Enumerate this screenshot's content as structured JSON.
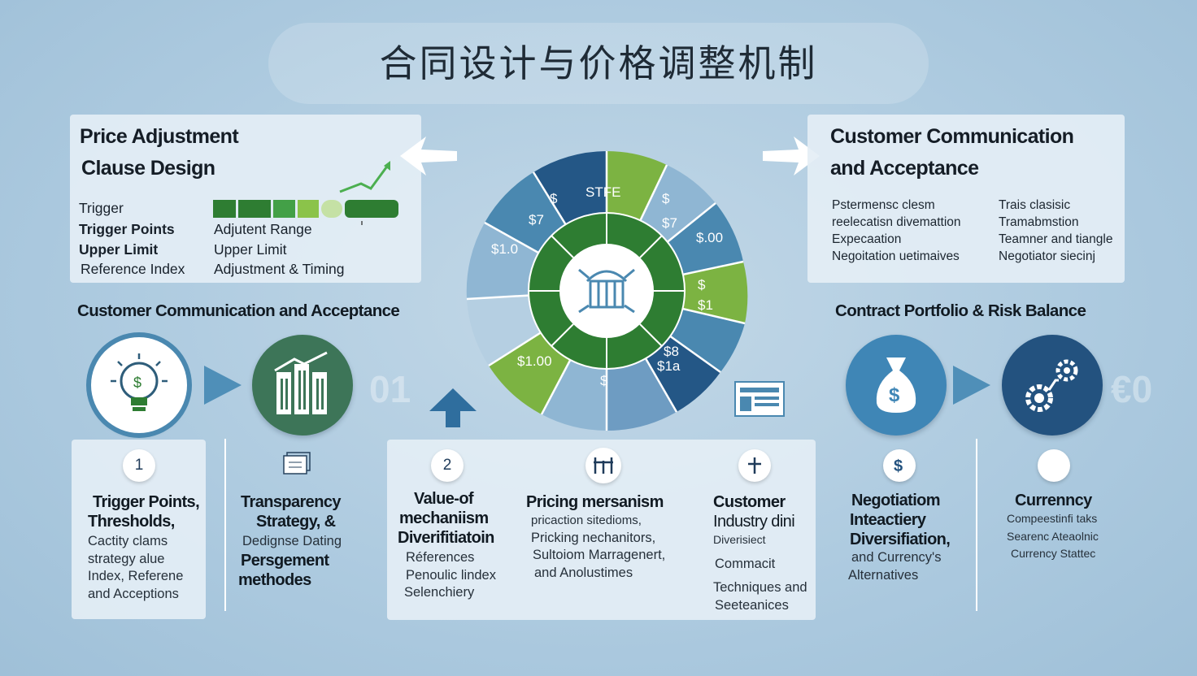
{
  "title": "合同设计与价格调整机制",
  "left_panel": {
    "title_line1": "Price Adjustment",
    "title_line2": "Clause Design",
    "left_labels": [
      "Trigger",
      "Trigger Points",
      "Upper Limit",
      "Reference Index"
    ],
    "right_labels": [
      "Adjutent Range",
      "Upper Limit",
      "Adjustment &  Timing"
    ],
    "colors": {
      "green_dark": "#2e7d32",
      "green_mid": "#43a047",
      "green_light": "#9ccc65"
    }
  },
  "right_panel": {
    "title_line1": "Customer Communication",
    "title_line2": "and Acceptance",
    "col1": [
      "Pstermensc clesm",
      "reelecatisn divemattion",
      "Expecaation",
      "Negoitation uetimaives"
    ],
    "col2": [
      "Trais clasisic",
      "Tramabmstion",
      "Teamner and tiangle",
      "Negotiator siecinj"
    ]
  },
  "wheel": {
    "labels": [
      "STFE",
      "$",
      "$7",
      "$.00",
      "$",
      "$1",
      "$8",
      "$1a",
      "$",
      "$1.00",
      "$1.0",
      "$",
      "$7"
    ],
    "colors": {
      "navy": "#245786",
      "steel": "#4a88b0",
      "green": "#7cb342",
      "pale": "#8fb6d3",
      "core": "#2e7d32"
    }
  },
  "sections": {
    "left_heading": "Customer Communication and Acceptance",
    "right_heading": "Contract Portfolio & Risk Balance",
    "ghost_left": "01",
    "ghost_right": "€0"
  },
  "bottom": {
    "c1": {
      "num": "1",
      "head": [
        "Trigger Points,",
        "Thresholds,"
      ],
      "sub": [
        "Cactity clams",
        "strategy alue",
        "Index, Referene",
        "and Acceptions"
      ]
    },
    "c2": {
      "head": [
        "Transparency",
        "Strategy, &"
      ],
      "sub": [
        "Dedignse Dating"
      ],
      "head2": [
        "Persgement",
        "methodes"
      ]
    },
    "c3": {
      "num": "2",
      "head": [
        "Value-of",
        "mechaniism",
        "Diverifitiatoin"
      ],
      "sub": [
        "Réferences",
        "Penoulic lindex",
        "Selenchiery"
      ]
    },
    "c4": {
      "head": [
        "Pricing mersanism"
      ],
      "sub": [
        "pricaction   sitedioms,",
        "Pricking nechanitors,",
        "Sultoiom Marragenert,",
        "and Anolustimes"
      ]
    },
    "c5": {
      "head": [
        "Customer",
        "Industry dini"
      ],
      "sub": [
        "Diverisiect",
        "",
        "Commacit",
        "",
        "Techniques and",
        "Seeteanices"
      ]
    },
    "c6": {
      "head": [
        "Negotiatiom",
        "Inteactiery",
        "Diversifiation,"
      ],
      "sub": [
        "and Currency's",
        "Alternatives"
      ]
    },
    "c7": {
      "head": [
        "Currenncy"
      ],
      "sub": [
        "Compeestinfi taks",
        "Searenc Ateaolnic",
        "Currency Stattec"
      ]
    }
  }
}
